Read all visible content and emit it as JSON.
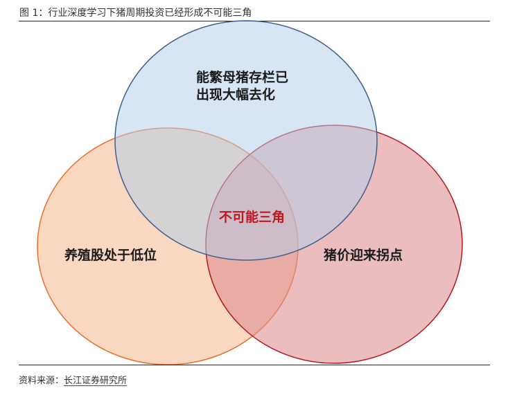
{
  "figure": {
    "title": "图 1：行业深度学习下猪周期投资已经形成不可能三角"
  },
  "venn": {
    "circles": [
      {
        "id": "top",
        "lines": [
          "能繁母猪存栏已",
          "出现大幅去化"
        ],
        "fill": "#c5d9ef",
        "stroke": "#3e5f8a"
      },
      {
        "id": "left",
        "lines": [
          "养殖股处于低位"
        ],
        "fill": "#f6c7a8",
        "stroke": "#e8702a"
      },
      {
        "id": "right",
        "lines": [
          "猪价迎来拐点"
        ],
        "fill": "#e3a0a2",
        "stroke": "#b3161d"
      }
    ],
    "center_label": "不可能三角",
    "center_color": "#c0181e"
  },
  "source": {
    "prefix": "资料来源：",
    "org": "长江证券研究所"
  }
}
